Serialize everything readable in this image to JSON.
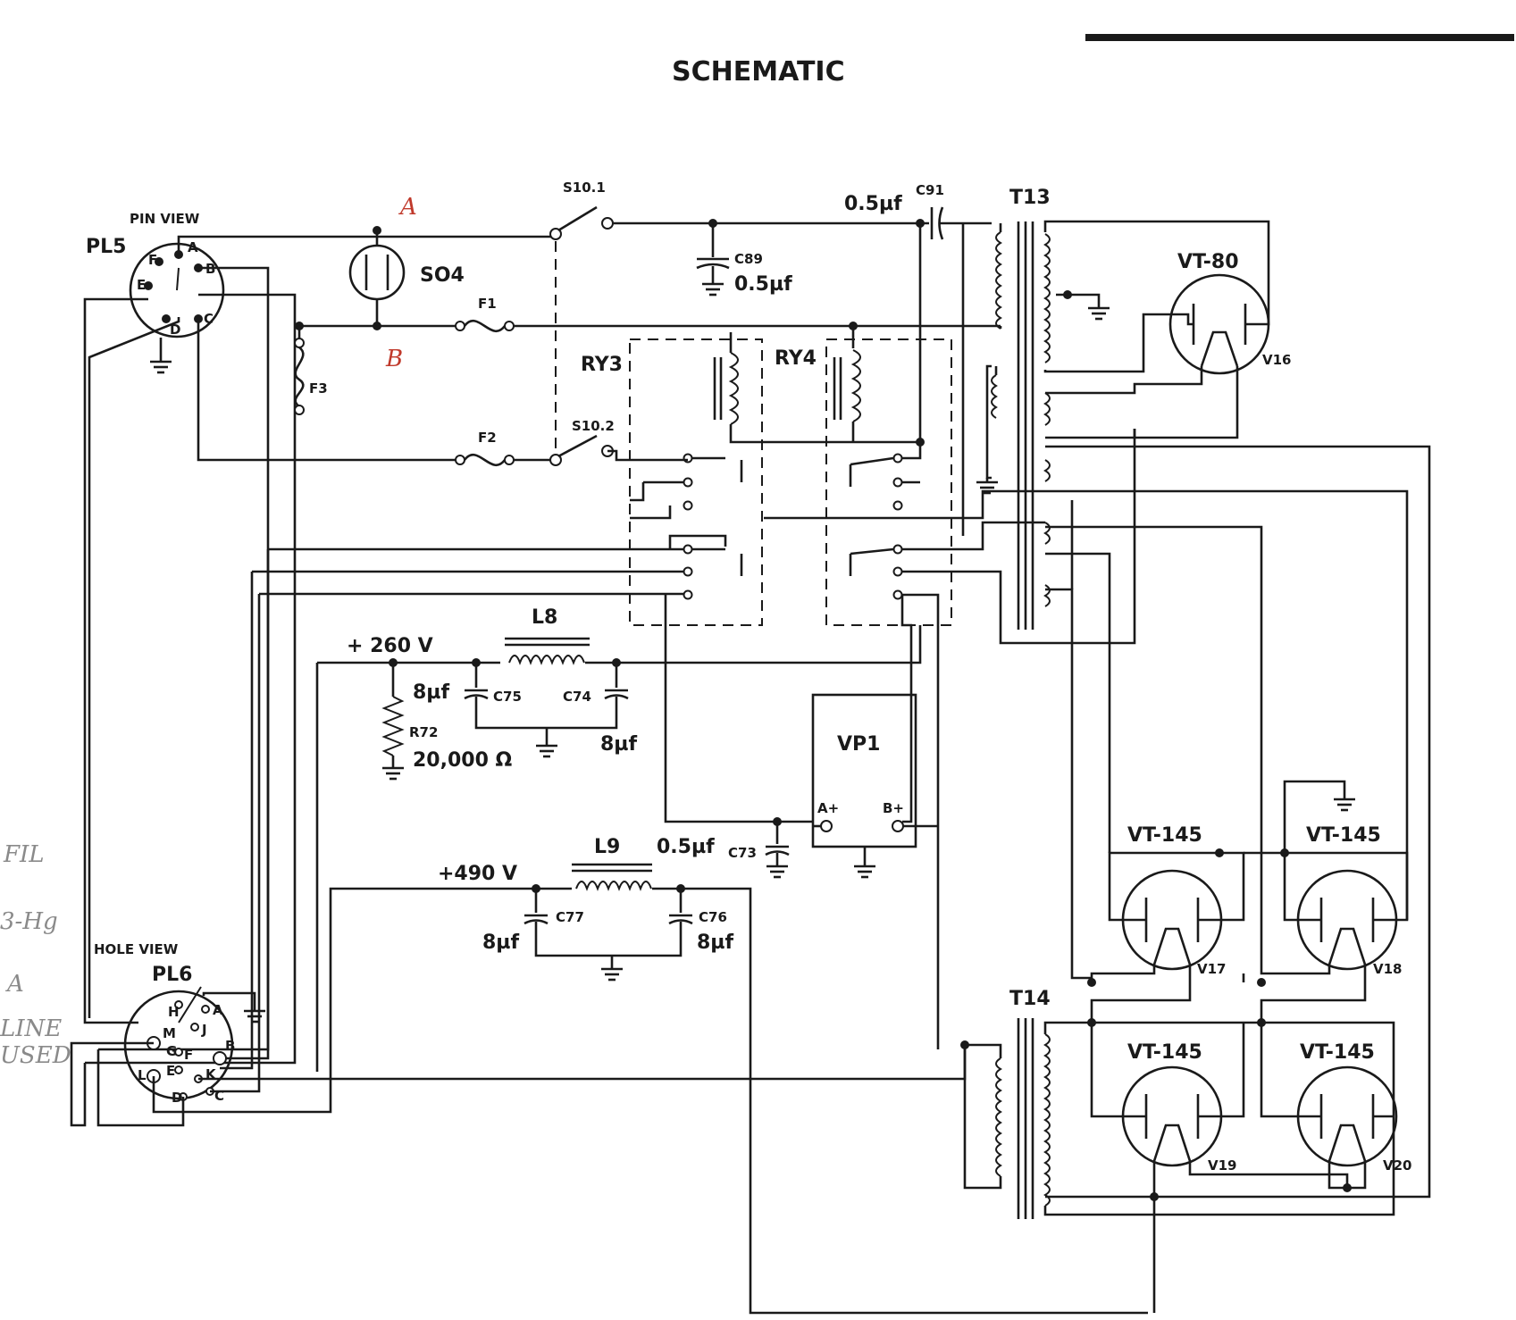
{
  "title": "SCHEMATIC",
  "colors": {
    "ink": "#1a1a1a",
    "pencil_red": "#c0392b",
    "pencil_grey": "#8a8a8a"
  },
  "labels": {
    "pin_view": "PIN VIEW",
    "pl5": "PL5",
    "hole_view": "HOLE VIEW",
    "pl6": "PL6",
    "so4": "SO4",
    "s10_1": "S10.1",
    "s10_2": "S10.2",
    "f1": "F1",
    "f2": "F2",
    "f3": "F3",
    "c89_name": "C89",
    "c89_value": "0.5µf",
    "c91_name": "C91",
    "c91_value": "0.5µf",
    "t13": "T13",
    "t14": "T14",
    "vt80": "VT-80",
    "v16": "V16",
    "ry3": "RY3",
    "ry4": "RY4",
    "l8": "L8",
    "plus260": "+ 260 V",
    "c75_name": "C75",
    "c75_value": "8µf",
    "c74_name": "C74",
    "c74_value": "8µf",
    "r72_name": "R72",
    "r72_value": "20,000 Ω",
    "vp1": "VP1",
    "a_plus": "A+",
    "b_plus": "B+",
    "l9": "L9",
    "plus490": "+490 V",
    "c73_name": "C73",
    "c73_value": "0.5µf",
    "c77_name": "C77",
    "c77_value": "8µf",
    "c76_name": "C76",
    "c76_value": "8µf",
    "vt145_v17": "VT-145",
    "vt145_v18": "VT-145",
    "vt145_v19": "VT-145",
    "vt145_v20": "VT-145",
    "v17": "V17",
    "v18": "V18",
    "v19": "V19",
    "v20": "V20"
  },
  "pencil": {
    "a": "A",
    "b": "B",
    "left_1": "FIL",
    "left_2": "3-Hg",
    "left_3": "A",
    "left_4": "LINE",
    "left_5": "USED"
  },
  "pins": {
    "pl5": [
      "F",
      "A",
      "E",
      "B",
      "D",
      "C"
    ],
    "pl6": [
      "H",
      "A",
      "M",
      "J",
      "B",
      "G",
      "F",
      "L",
      "E",
      "K",
      "D",
      "C"
    ]
  }
}
